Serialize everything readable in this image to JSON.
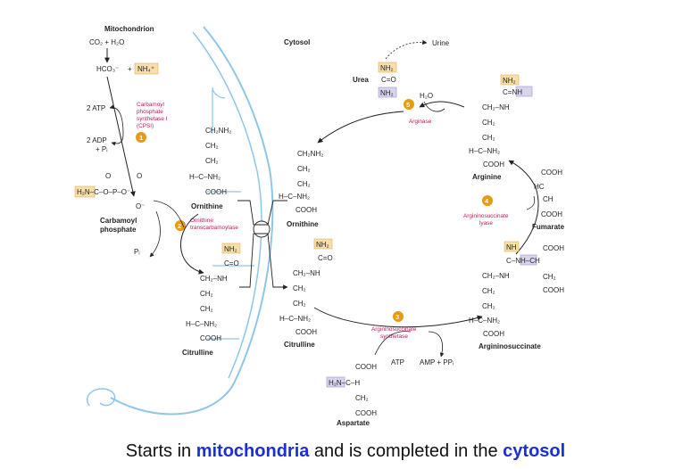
{
  "colors": {
    "membrane": "#8ec6ea",
    "enzyme": "#c2185b",
    "step_badge": "#e89a14",
    "ammonia_box": "#f7dfa8",
    "amino_box": "#d9d4ee",
    "caption_highlight": "#1b2fd6"
  },
  "compartments": {
    "mitochondrion": "Mitochondrion",
    "cytosol": "Cytosol"
  },
  "inputs": {
    "co2_h2o": "CO₂ + H₂O",
    "hco3": "HCO₃⁻",
    "plus": "+",
    "nh4": "NH₄⁺",
    "atp2": "2 ATP",
    "adp2": "2 ADP",
    "pi": "+ Pᵢ",
    "pi_release": "Pᵢ"
  },
  "enzymes": {
    "e1": [
      "Carbamoyl",
      "phosphate",
      "synthetase I",
      "(CPSI)"
    ],
    "e2": [
      "Ornithine",
      "transcarbamoylase"
    ],
    "e3": [
      "Argininosuccinate",
      "synthetase"
    ],
    "e4": [
      "Argininosuccinate",
      "lyase"
    ],
    "e5": [
      "Arginase"
    ]
  },
  "steps": [
    "1",
    "2",
    "3",
    "4",
    "5"
  ],
  "molecules": {
    "carbamoyl_phosphate": {
      "name": [
        "Carbamoyl",
        "phosphate"
      ],
      "formula": "H₂N–C–O–P–O⁻",
      "o_top1": "O",
      "o_top2": "O",
      "o_bottom": "O⁻"
    },
    "ornithine": {
      "name": "Ornithine",
      "lines": [
        "CH₂NH₂",
        "CH₂",
        "CH₂",
        "H–C–NH₂",
        "COOH"
      ]
    },
    "citrulline": {
      "name": "Citrulline",
      "nh2": "NH₂",
      "lines": [
        "C=O",
        "CH₂–NH",
        "CH₂",
        "CH₂",
        "H–C–NH₂",
        "COOH"
      ]
    },
    "aspartate": {
      "name": "Aspartate",
      "lines": [
        "COOH",
        "H₂N–C–H",
        "CH₂",
        "COOH"
      ]
    },
    "argininosuccinate": {
      "name": "Argininosuccinate",
      "nh": "NH",
      "lines": [
        "C–NH–CH",
        "CH₂–NH",
        "CH₂",
        "CH₂",
        "H–C–NH₂",
        "COOH"
      ],
      "succ": [
        "COOH",
        "CH₂",
        "COOH"
      ]
    },
    "fumarate": {
      "name": "Fumarate",
      "lines": [
        "COOH",
        "HC",
        "CH",
        "COOH"
      ]
    },
    "arginine": {
      "name": "Arginine",
      "nh2": "NH₂",
      "lines": [
        "C=NH",
        "CH₂–NH",
        "CH₂",
        "CH₂",
        "H–C–NH₂",
        "COOH"
      ]
    },
    "urea": {
      "name": "Urea",
      "nh2_top": "NH₂",
      "co": "C=O",
      "nh2_bottom": "NH₂"
    }
  },
  "cofactors": {
    "atp": "ATP",
    "amp_ppi": "AMP + PPᵢ",
    "h2o": "H₂O",
    "urine": "Urine"
  },
  "caption": {
    "before": "Starts in ",
    "mito": "mitochondria",
    "middle": " and is completed in the ",
    "cyto": "cytosol"
  }
}
